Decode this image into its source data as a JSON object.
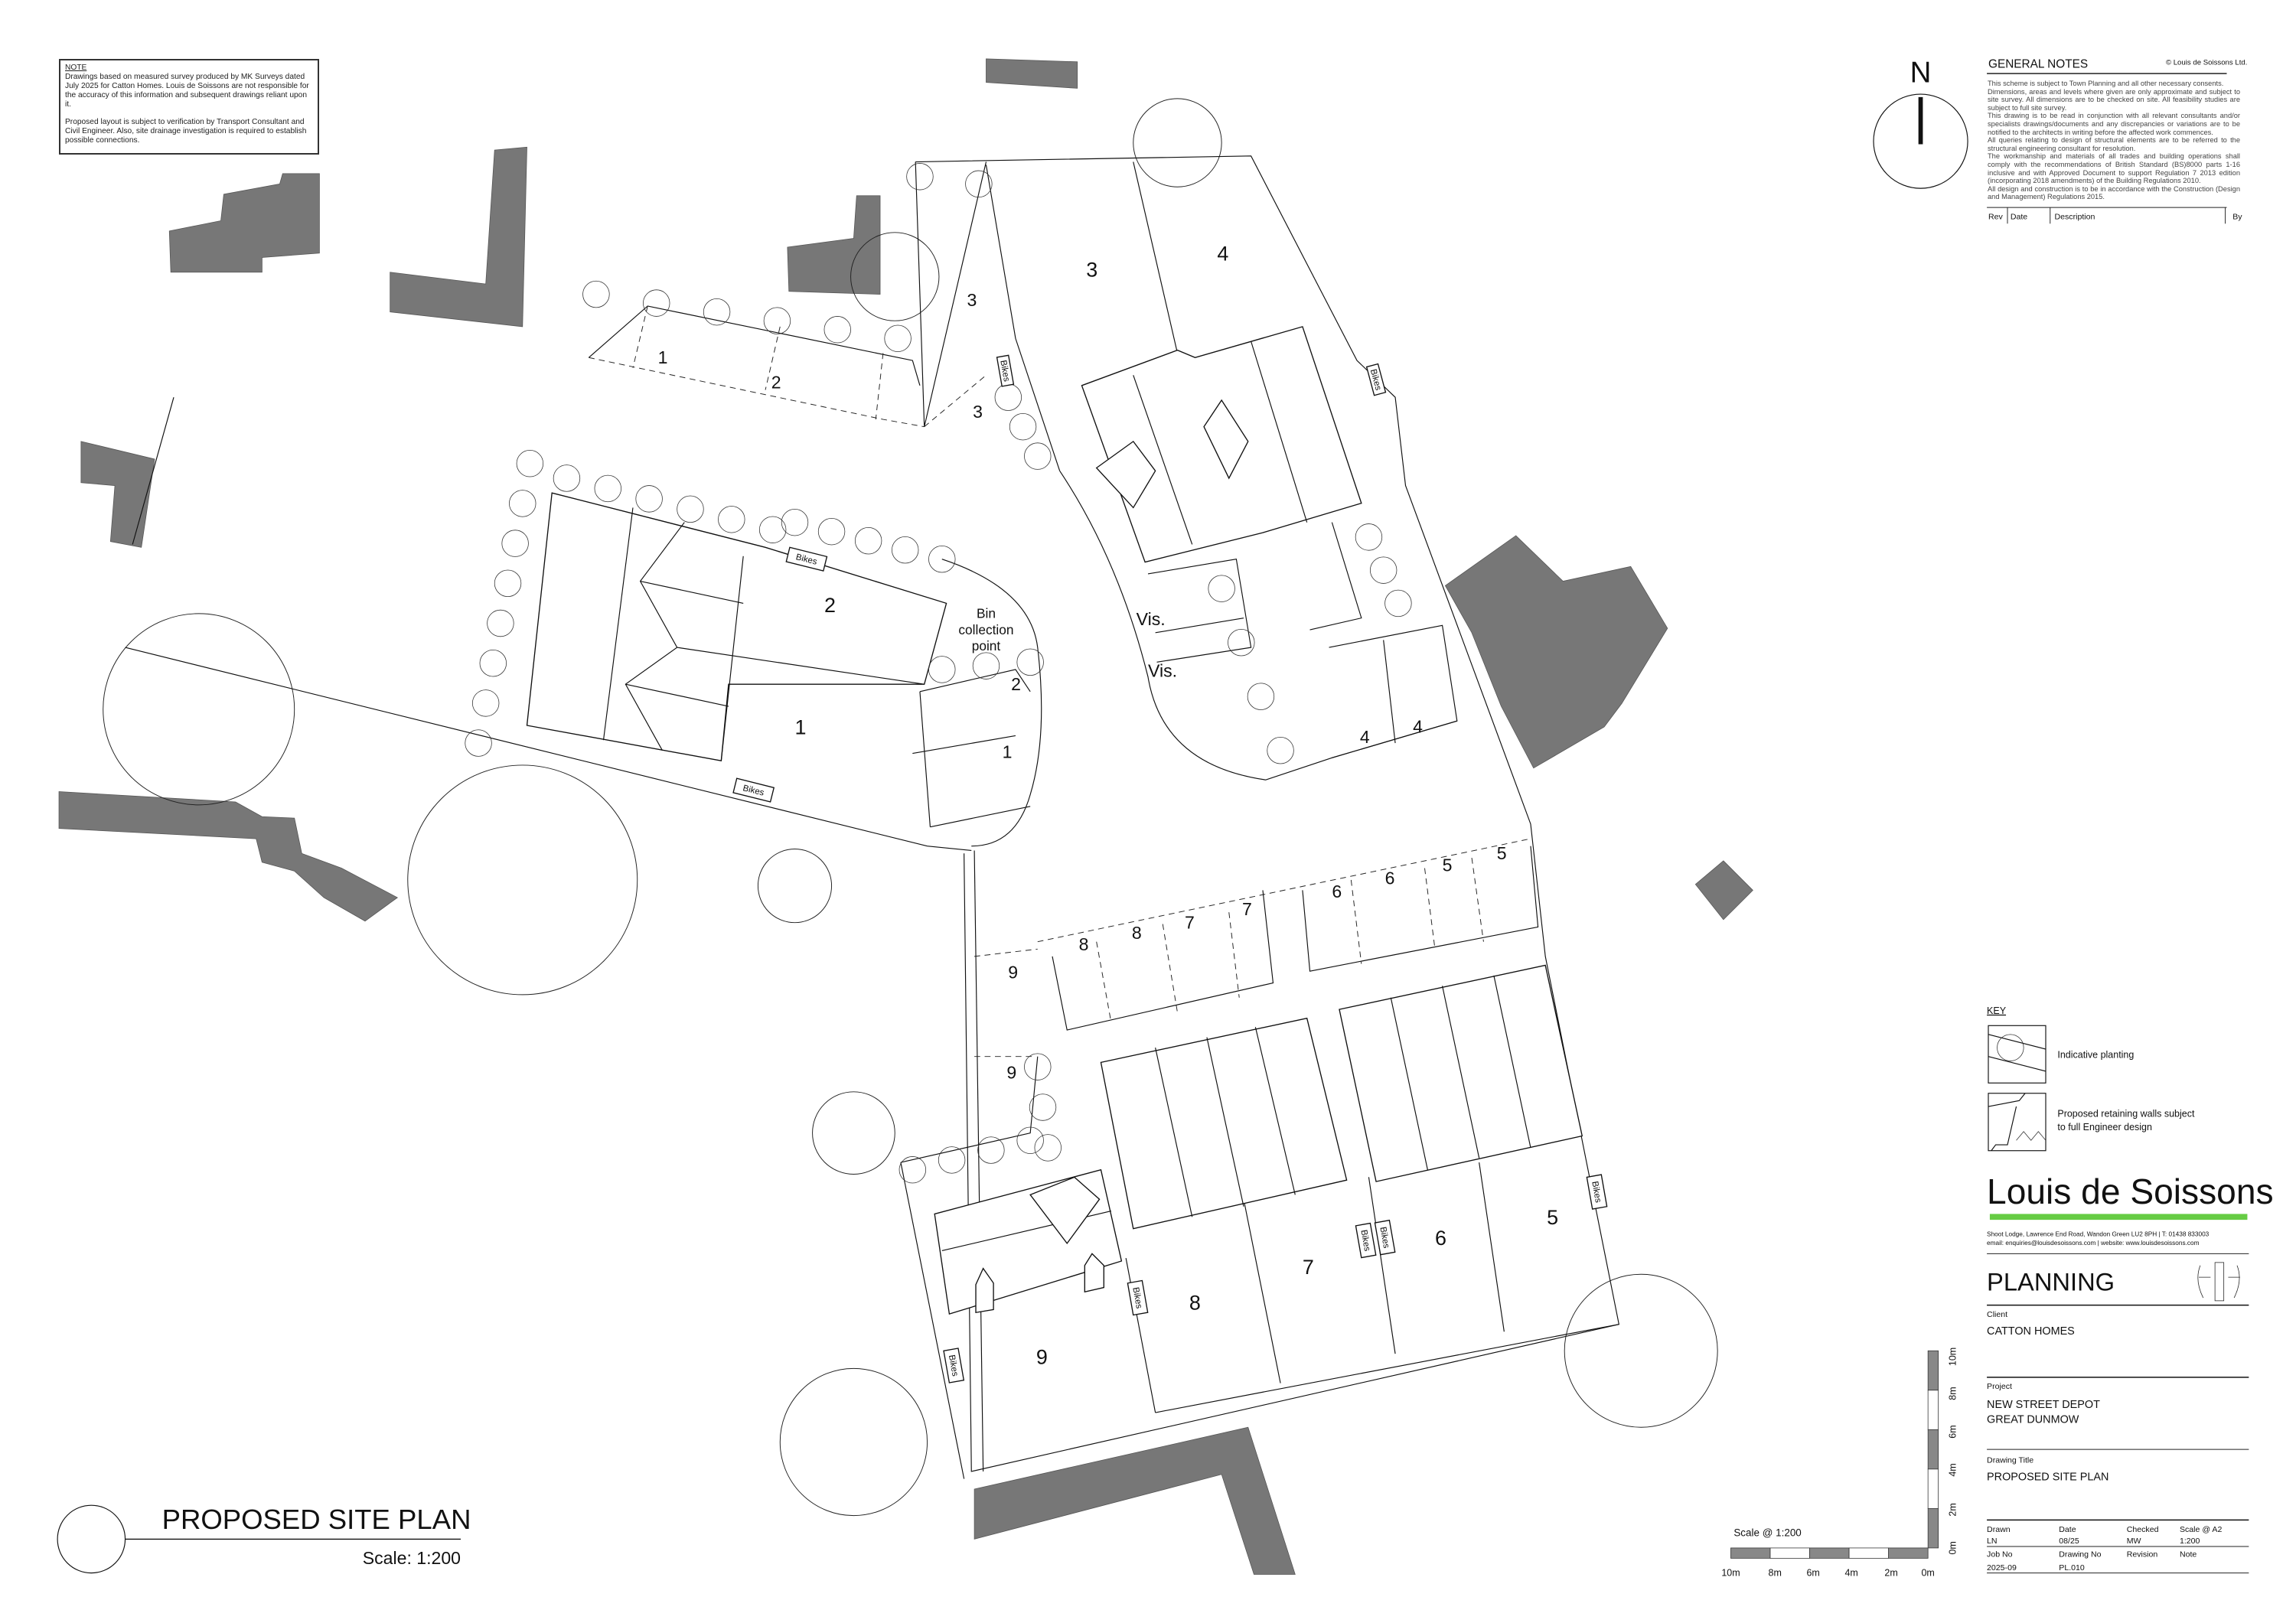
{
  "note": {
    "heading": "NOTE",
    "paragraphs": [
      "Drawings based on measured survey produced by MK Surveys dated July 2025 for Catton Homes. Louis de Soissons are not responsible for the accuracy of this information and subsequent drawings reliant upon it.",
      "Proposed layout is subject to verification by Transport Consultant and Civil Engineer. Also, site drainage investigation is required to establish possible connections."
    ]
  },
  "north_arrow": {
    "label": "N"
  },
  "general_notes": {
    "heading": "GENERAL NOTES",
    "copyright": "© Louis de Soissons Ltd.",
    "paragraphs": [
      "This scheme is subject to Town Planning and all other necessary consents.",
      "Dimensions, areas and levels where given are only approximate and subject to site survey.  All dimensions are to be checked on site.  All feasibility studies are subject to full site survey.",
      "This drawing is to be read in conjunction with all relevant consultants and/or specialists drawings/documents and any discrepancies or variations are to be notified to the architects in writing before the affected work commences.",
      "All queries relating to design of structural elements are to be referred to the structural engineering consultant for resolution.",
      "The workmanship and materials of all trades and building operations shall comply with the recommendations of British Standard (BS)8000 parts 1-16 inclusive and with Approved Document to support Regulation 7 2013 edition (incorporating 2018 amendments) of the Building Regulations 2010.",
      "All design and construction is to be in accordance with the Construction (Design and Management) Regulations 2015."
    ],
    "revision_table": {
      "columns": [
        "Rev",
        "Date",
        "Description",
        "By"
      ]
    }
  },
  "key": {
    "heading": "KEY",
    "items": [
      {
        "label": "Indicative planting"
      },
      {
        "label_lines": [
          "Proposed retaining walls subject",
          "to full Engineer design"
        ]
      }
    ]
  },
  "brand": {
    "logo": "Louis de Soissons",
    "accent_color": "#66cc44",
    "address": "Shoot Lodge, Lawrence End Road, Wandon Green LU2 8PH  |  T:  01438 833003",
    "contact": "email: enquiries@louisdesoissons.com  |  website: www.louisdesoissons.com"
  },
  "title_block": {
    "stage": "PLANNING",
    "client_label": "Client",
    "client": "CATTON HOMES",
    "project_label": "Project",
    "project_lines": [
      "NEW STREET DEPOT",
      "GREAT DUNMOW"
    ],
    "drawing_title_label": "Drawing Title",
    "drawing_title": "PROPOSED SITE PLAN",
    "row1": [
      {
        "label": "Drawn",
        "value": "LN"
      },
      {
        "label": "Date",
        "value": "08/25"
      },
      {
        "label": "Checked",
        "value": "MW"
      },
      {
        "label": "Scale @ A2",
        "value": "1:200"
      }
    ],
    "row2": [
      {
        "label": "Job No",
        "value": "2025-09"
      },
      {
        "label": "Drawing No",
        "value": "PL.010"
      },
      {
        "label": "Revision",
        "value": ""
      },
      {
        "label": "Note",
        "value": ""
      }
    ]
  },
  "scale_bar": {
    "label": "Scale @ 1:200",
    "horizontal_ticks": [
      "10m",
      "8m",
      "6m",
      "4m",
      "2m",
      "0m"
    ],
    "vertical_ticks": [
      "0m",
      "2m",
      "4m",
      "6m",
      "8m",
      "10m"
    ]
  },
  "drawing_label": {
    "title": "PROPOSED SITE PLAN",
    "scale": "Scale: 1:200"
  },
  "plan": {
    "labels": [
      "1",
      "2",
      "3",
      "3",
      "3",
      "4",
      "2",
      "1",
      "2",
      "1",
      "Vis.",
      "Vis.",
      "4",
      "4",
      "8",
      "8",
      "7",
      "7",
      "6",
      "6",
      "5",
      "5",
      "9",
      "9",
      "9",
      "8",
      "7",
      "6",
      "5"
    ],
    "bin_label": [
      "Bin",
      "collection",
      "point"
    ],
    "bikes": "Bikes"
  }
}
